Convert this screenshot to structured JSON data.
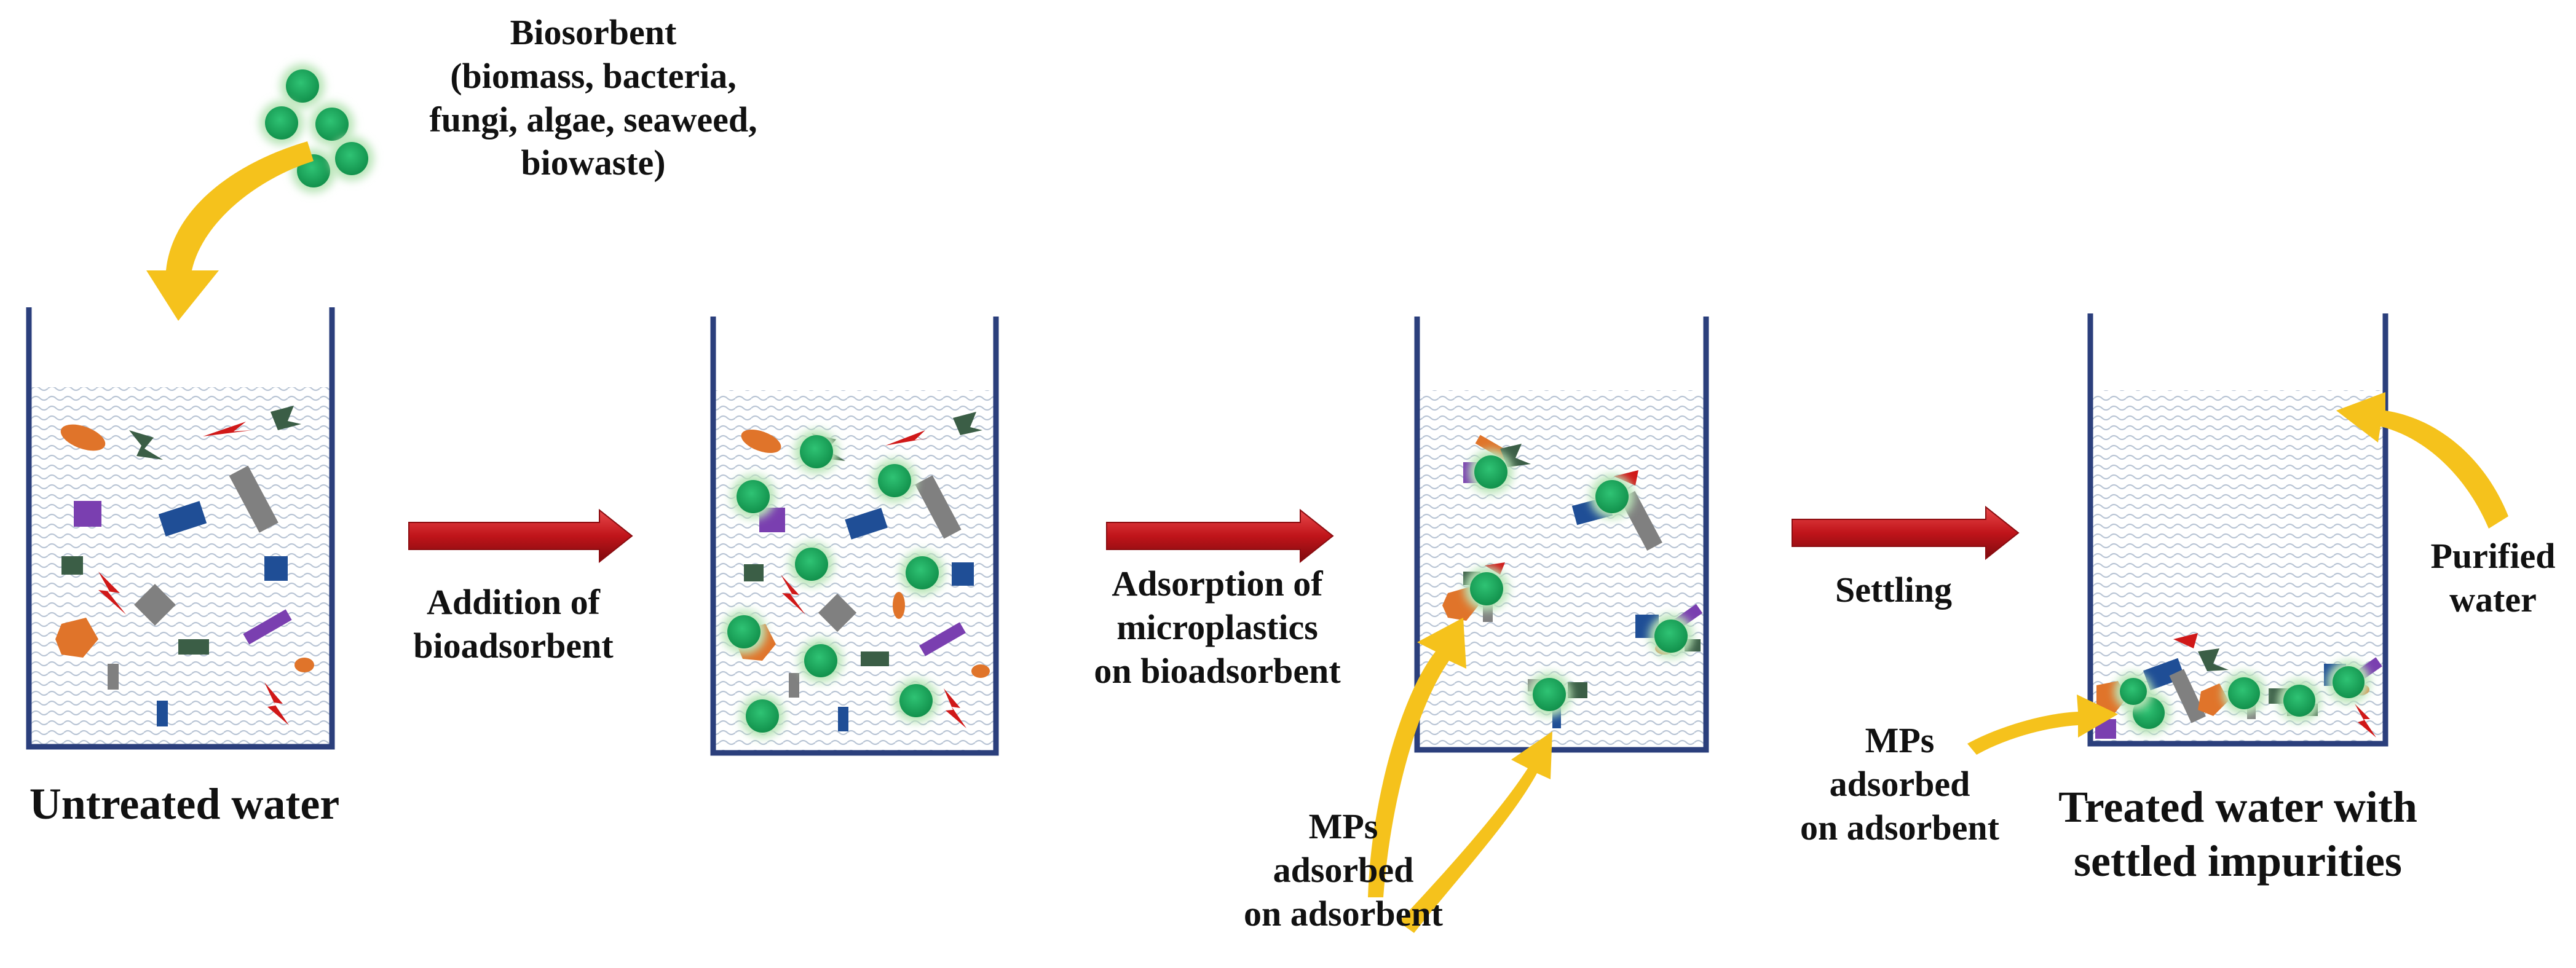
{
  "biosorbent": {
    "title": "Biosorbent",
    "lines": [
      "(biomass, bacteria,",
      "fungi, algae, seaweed,",
      "biowaste)"
    ]
  },
  "beakers": [
    {
      "caption_lines": [
        "Untreated water"
      ]
    },
    {
      "caption_lines": []
    },
    {
      "caption_lines": []
    },
    {
      "caption_lines": [
        "Treated water with",
        "settled impurities"
      ]
    }
  ],
  "steps": [
    {
      "lines": [
        "Addition of",
        "bioadsorbent"
      ]
    },
    {
      "lines": [
        "Adsorption of",
        "microplastics",
        "on bioadsorbent"
      ]
    },
    {
      "lines": [
        "Settling"
      ]
    }
  ],
  "callouts": {
    "mps_adsorbed_1": [
      "MPs",
      "adsorbed",
      "on adsorbent"
    ],
    "mps_adsorbed_2": [
      "MPs",
      "adsorbed",
      "on adsorbent"
    ],
    "purified_water": [
      "Purified",
      "water"
    ]
  },
  "colors": {
    "beaker_wall": "#2b3f7c",
    "water_wave": "#b8c4d4",
    "arrow_red": "#c0141a",
    "curved_arrow_yellow": "#f5c21c",
    "sorbent_green": "#17a35a",
    "sorbent_glow": "#b9e5b8",
    "mp_orange": "#e0742a",
    "mp_blue": "#1f4e96",
    "mp_gray": "#808080",
    "mp_purple": "#7a3fb0",
    "mp_red": "#d01818",
    "mp_darkgreen": "#3b5e46"
  },
  "icons": [
    "sorbent-bead-icon",
    "microplastic-fragment-icon",
    "process-arrow-icon",
    "curved-arrow-icon"
  ]
}
